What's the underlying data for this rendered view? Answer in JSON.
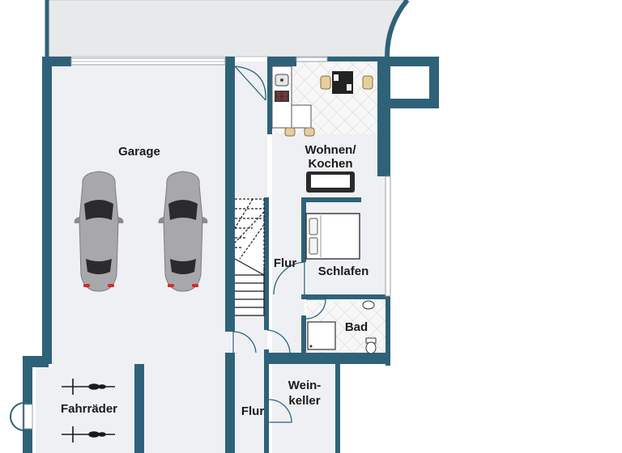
{
  "colors": {
    "wall": "#2e6278",
    "floor": "#eef0f3",
    "tile_floor": "#f6f6f6",
    "terrace": "#e8e9eb",
    "car_body": "#a8a8aa",
    "car_tail": "#d6282d"
  },
  "rooms": {
    "garage": "Garage",
    "living_kitchen_line1": "Wohnen/",
    "living_kitchen_line2": "Kochen",
    "hallway_upper": "Flur",
    "bedroom": "Schlafen",
    "bathroom": "Bad",
    "wine_cellar_line1": "Wein-",
    "wine_cellar_line2": "keller",
    "hallway_lower": "Flur",
    "bicycles": "Fahrräder"
  },
  "icons": {
    "car": "car-top-view-icon",
    "bicycle": "bicycle-icon",
    "bed": "double-bed-icon",
    "sofa": "sofa-icon",
    "dining": "dining-table-icon",
    "stove": "stove-icon",
    "sink": "sink-icon",
    "shower": "shower-tray-icon",
    "toilet": "toilet-icon",
    "stairs": "staircase-icon"
  }
}
